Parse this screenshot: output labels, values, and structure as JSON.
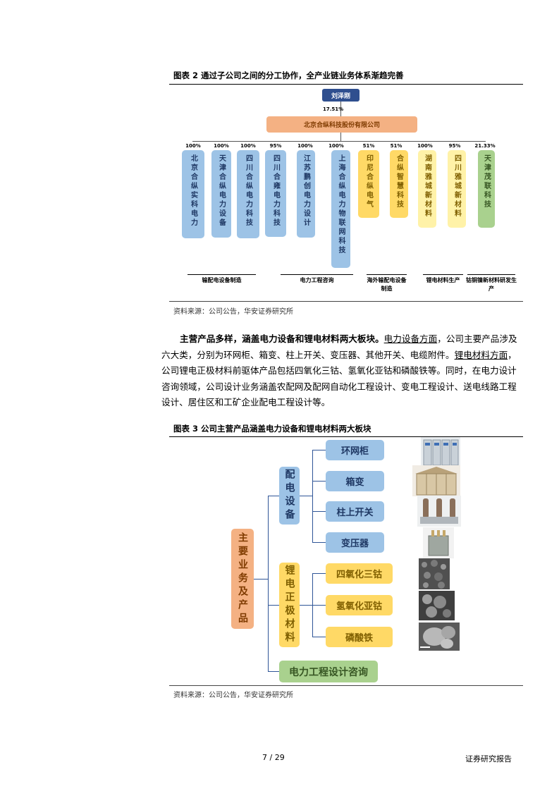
{
  "figure2": {
    "title": "图表 2 通过子公司之间的分工协作，全产业链业务体系渐趋完善",
    "top_person": "刘泽刚",
    "top_pct": "17.51%",
    "parent": "北京合纵科技股份有限公司",
    "subs": [
      {
        "pct": "100%",
        "name": "北京合纵实科电力",
        "color": "blue"
      },
      {
        "pct": "100%",
        "name": "天津合纵电力设备",
        "color": "blue"
      },
      {
        "pct": "100%",
        "name": "四川合纵电力科技",
        "color": "blue"
      },
      {
        "pct": "95%",
        "name": "四川合雍电力科技",
        "color": "blue"
      },
      {
        "pct": "100%",
        "name": "江苏鹏创电力设计",
        "color": "blue"
      },
      {
        "pct": "100%",
        "name": "上海合纵电力物联网科技",
        "color": "blue"
      },
      {
        "pct": "51%",
        "name": "印尼合纵电气",
        "color": "yellow"
      },
      {
        "pct": "51%",
        "name": "合纵智慧科技",
        "color": "yellow"
      },
      {
        "pct": "100%",
        "name": "湖南雅城新材料",
        "color": "ylight"
      },
      {
        "pct": "95%",
        "name": "四川雅城新材料",
        "color": "ylight"
      },
      {
        "pct": "21.33%",
        "name": "天津茂联科技",
        "color": "green"
      }
    ],
    "groups": [
      "输配电设备制造",
      "电力工程咨询",
      "海外输配电设备制造",
      "锂电材料生产",
      "钴铜镍新材料研发生产"
    ],
    "source": "资料来源：公司公告，华安证券研究所"
  },
  "paragraph": {
    "bold_lead": "主营产品多样，涵盖电力设备和锂电材料两大板块。",
    "u1": "电力设备方面",
    "t1": "，公司主要产品涉及六大类，分别为环网柜、箱变、柱上开关、变压器、其他开关、电缆附件。",
    "u2": "锂电材料方面",
    "t2": "，公司锂电正极材料前驱体产品包括四氧化三钴、氢氧化亚钴和磷酸铁等。同时，在电力设计咨询领域，公司设计业务涵盖农配网及配网自动化工程设计、变电工程设计、送电线路工程设计、居住区和工矿企业配电工程设计等。"
  },
  "figure3": {
    "title": "图表 3 公司主营产品涵盖电力设备和锂电材料两大板块",
    "root": "主要业务及产品",
    "cat1": "配电设备",
    "cat1_items": [
      "环网柜",
      "箱变",
      "柱上开关",
      "变压器"
    ],
    "cat2": "锂电正极材料",
    "cat2_items": [
      "四氧化三钴",
      "氢氧化亚钴",
      "磷酸铁"
    ],
    "cat3": "电力工程设计咨询",
    "source": "资料来源：公司公告，华安证券研究所"
  },
  "footer": {
    "page": "7 / 29",
    "right": "证券研究报告"
  }
}
